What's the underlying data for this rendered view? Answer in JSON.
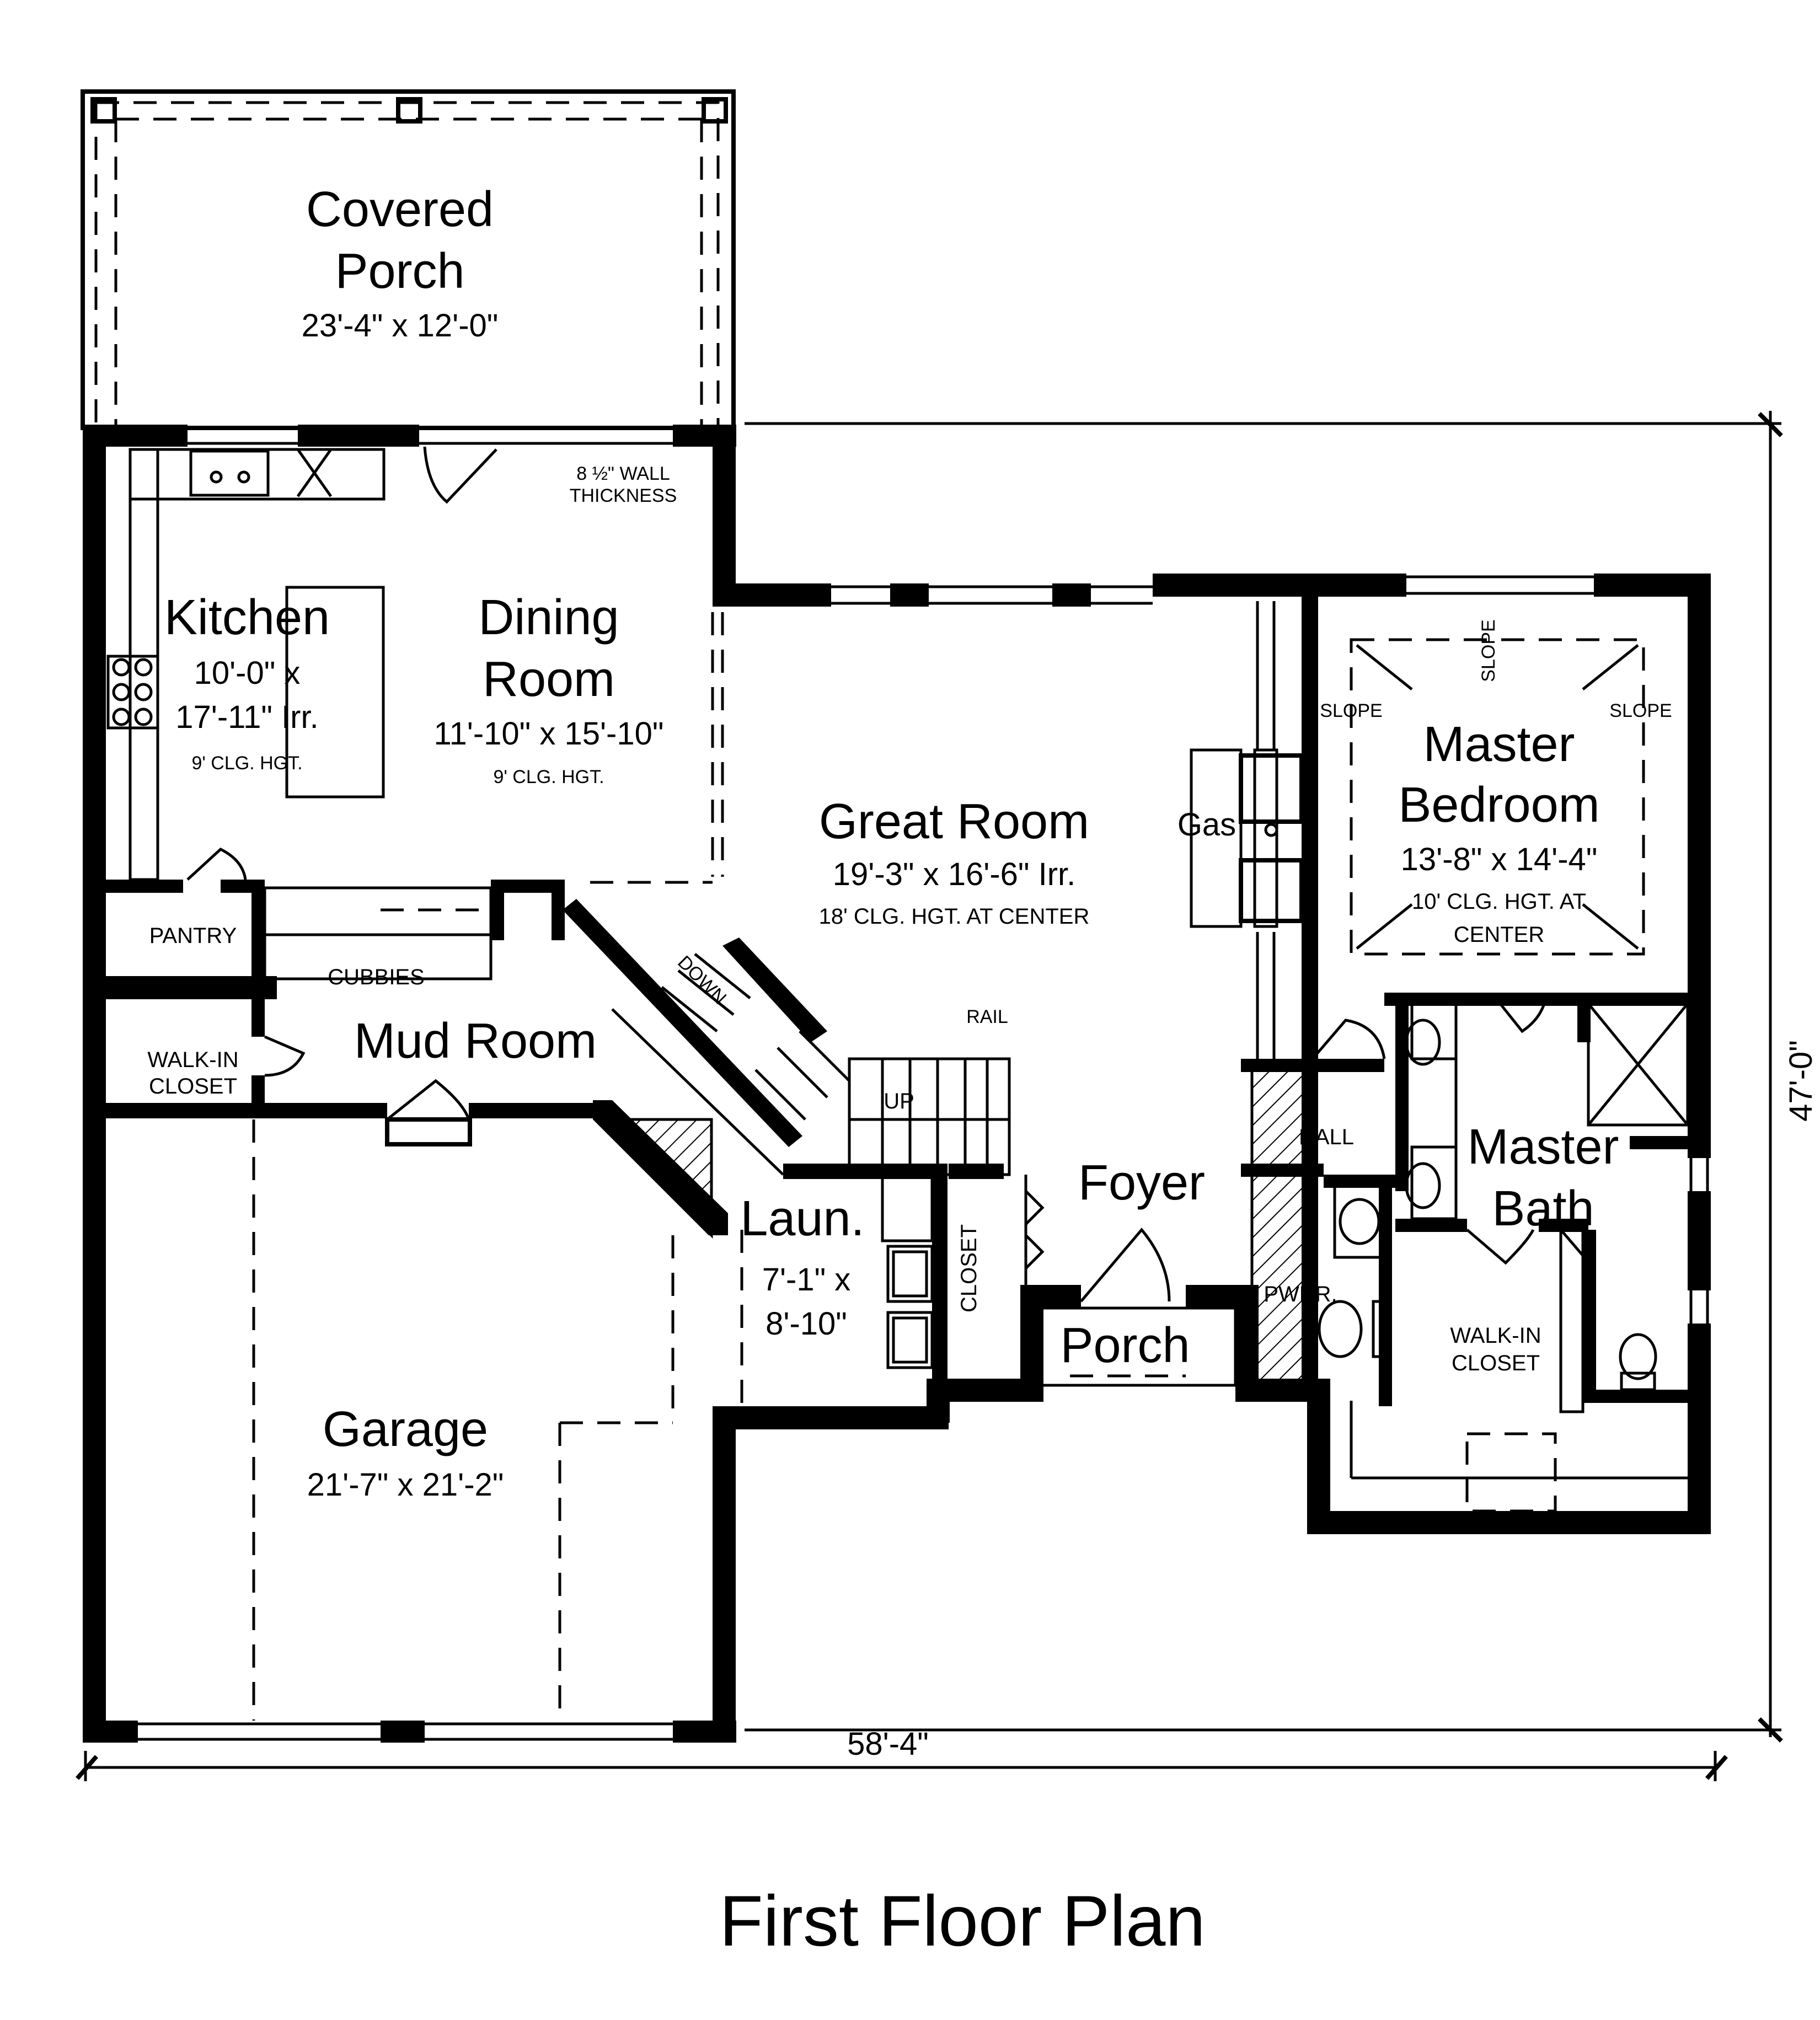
{
  "title": "First Floor Plan",
  "overall": {
    "width": "58'-4\"",
    "depth": "47'-0\""
  },
  "rooms": {
    "covered_porch": {
      "name1": "Covered",
      "name2": "Porch",
      "dims": "23'-4\" x 12'-0\""
    },
    "kitchen": {
      "name": "Kitchen",
      "dims1": "10'-0\" x",
      "dims2": "17'-11\" Irr.",
      "ceiling": "9' CLG. HGT."
    },
    "dining": {
      "name1": "Dining",
      "name2": "Room",
      "dims": "11'-10\" x 15'-10\"",
      "ceiling": "9' CLG. HGT."
    },
    "great_room": {
      "name": "Great Room",
      "dims": "19'-3\" x 16'-6\" Irr.",
      "ceiling": "18' CLG. HGT. AT CENTER"
    },
    "master_bedroom": {
      "name1": "Master",
      "name2": "Bedroom",
      "dims": "13'-8\" x 14'-4\"",
      "ceiling1": "10' CLG. HGT. AT",
      "ceiling2": "CENTER"
    },
    "mud_room": {
      "name": "Mud Room"
    },
    "laundry": {
      "name": "Laun.",
      "dims1": "7'-1\" x",
      "dims2": "8'-10\""
    },
    "foyer": {
      "name": "Foyer"
    },
    "porch": {
      "name": "Porch"
    },
    "master_bath": {
      "name1": "Master",
      "name2": "Bath"
    },
    "garage": {
      "name": "Garage",
      "dims": "21'-7\" x 21'-2\""
    }
  },
  "labels": {
    "wall_thickness1": "8 ½\" WALL",
    "wall_thickness2": "THICKNESS",
    "pantry": "PANTRY",
    "cubbies": "CUBBIES",
    "walkin_closet1": "WALK-IN",
    "walkin_closet2": "CLOSET",
    "walkin_closet_master1": "WALK-IN",
    "walkin_closet_master2": "CLOSET",
    "closet": "CLOSET",
    "hall": "HALL",
    "powder": "PWDR.",
    "gas": "Gas",
    "rail": "RAIL",
    "up": "UP",
    "down": "DOWN",
    "slope": "SLOPE"
  }
}
